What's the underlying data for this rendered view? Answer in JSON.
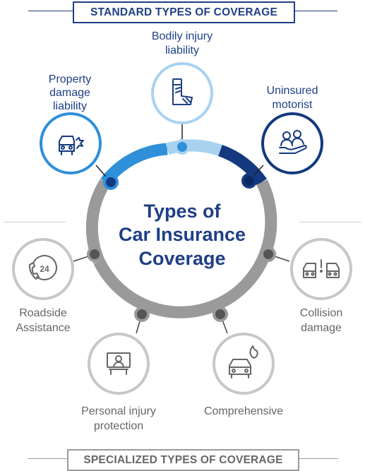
{
  "banners": {
    "standard": "STANDARD TYPES OF COVERAGE",
    "specialized": "SPECIALIZED TYPES OF COVERAGE"
  },
  "center": {
    "line1": "Types of",
    "line2": "Car Insurance",
    "line3": "Coverage"
  },
  "standard_items": [
    {
      "line1": "Property",
      "line2": "damage",
      "line3": "liability",
      "icon": "car-accident-icon"
    },
    {
      "line1": "Bodily injury",
      "line2": "liability",
      "icon": "broken-leg-cast-icon"
    },
    {
      "line1": "Uninsured",
      "line2": "motorist",
      "icon": "people-in-hand-icon"
    }
  ],
  "specialized_items": [
    {
      "line1": "Roadside",
      "line2": "Assistance",
      "icon": "24-hour-phone-icon"
    },
    {
      "line1": "Personal injury",
      "line2": "protection",
      "icon": "injured-person-icon"
    },
    {
      "line1": "Comprehensive",
      "icon": "car-fire-icon"
    },
    {
      "line1": "Collision",
      "line2": "damage",
      "icon": "car-collision-icon"
    }
  ],
  "colors": {
    "navy": "#1f3f85",
    "dark_blue": "#14397f",
    "mid_blue": "#2f8fd8",
    "light_blue": "#8fc3ea",
    "gray": "#9a9a9a",
    "text_gray": "#666666"
  }
}
